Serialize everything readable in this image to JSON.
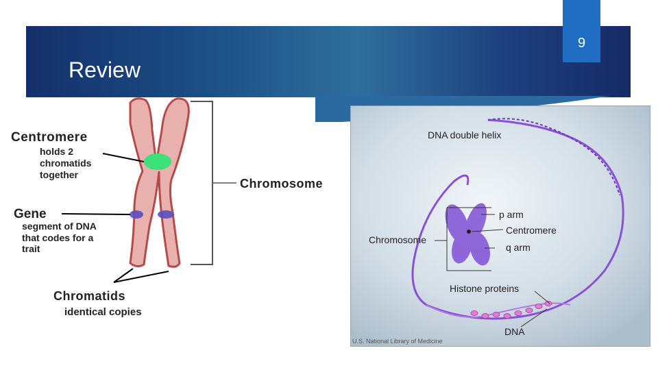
{
  "slide": {
    "title": "Review",
    "page_number": "9"
  },
  "left_figure": {
    "centromere_title": "Centromere",
    "centromere_desc": [
      "holds 2",
      "chromatids",
      "together"
    ],
    "gene_title": "Gene",
    "gene_desc": [
      "segment of DNA",
      "that codes for a",
      "trait"
    ],
    "chromosome_label": "Chromosome",
    "chromatids_title": "Chromatids",
    "chromatids_desc": "identical copies"
  },
  "right_figure": {
    "dna_helix_label": "DNA double helix",
    "p_arm_label": "p arm",
    "centromere_label": "Centromere",
    "q_arm_label": "q arm",
    "chromosome_label": "Chromosome",
    "histone_label": "Histone proteins",
    "dna_label": "DNA",
    "credit": "U.S. National Library of Medicine"
  },
  "colors": {
    "banner_dark": "#14306a",
    "banner_light": "#2f6f9c",
    "page_tab": "#1f6ec4",
    "chromosome_fill": "#e8b1ad",
    "chromosome_stroke": "#b54a4a",
    "centromere_green": "#3ee07a",
    "gene_band": "#5a4fc0",
    "dna_purple": "#8a4fd8",
    "histone_pink": "#e27ad8"
  }
}
